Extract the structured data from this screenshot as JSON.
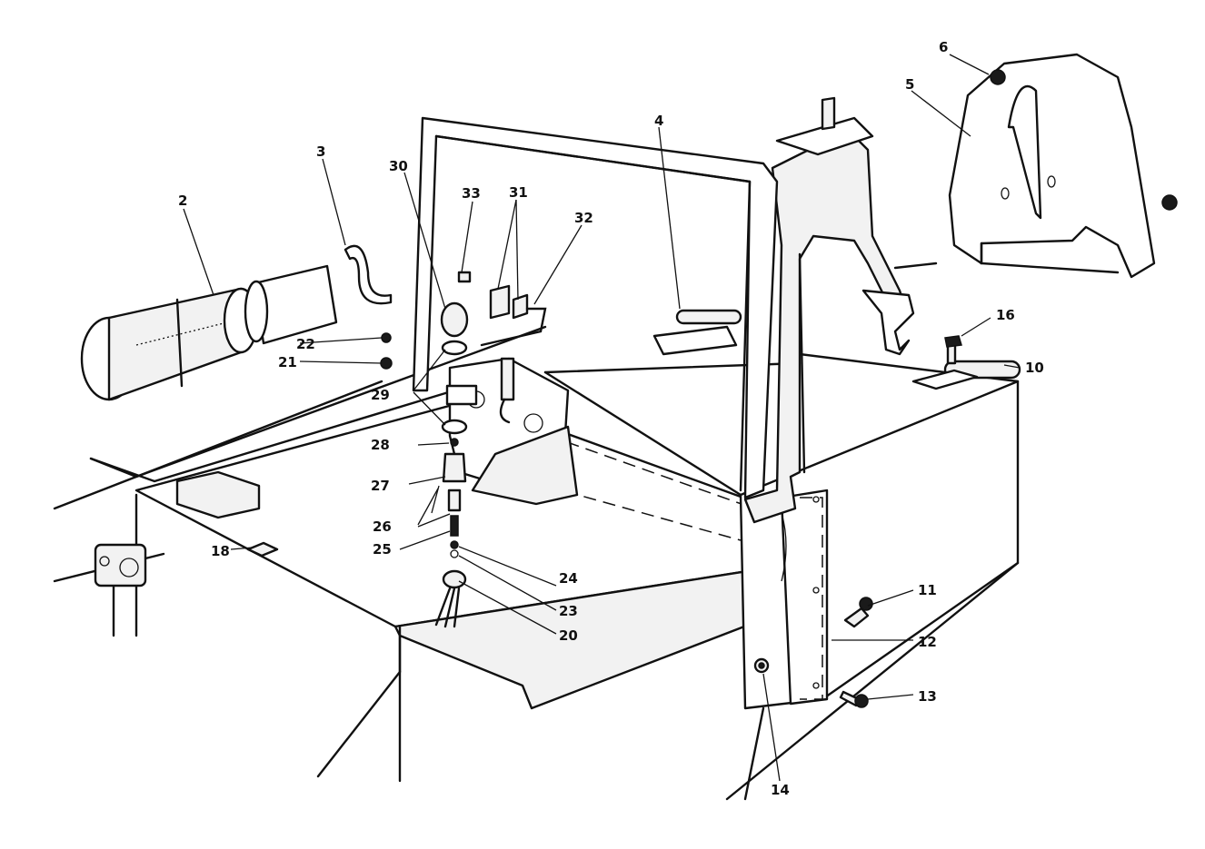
{
  "callouts": [
    "2",
    "3",
    "4",
    "5",
    "6",
    "10",
    "11",
    "12",
    "13",
    "14",
    "16",
    "18",
    "20",
    "21",
    "22",
    "23",
    "24",
    "25",
    "26",
    "27",
    "28",
    "29",
    "30",
    "31",
    "32",
    "33"
  ]
}
